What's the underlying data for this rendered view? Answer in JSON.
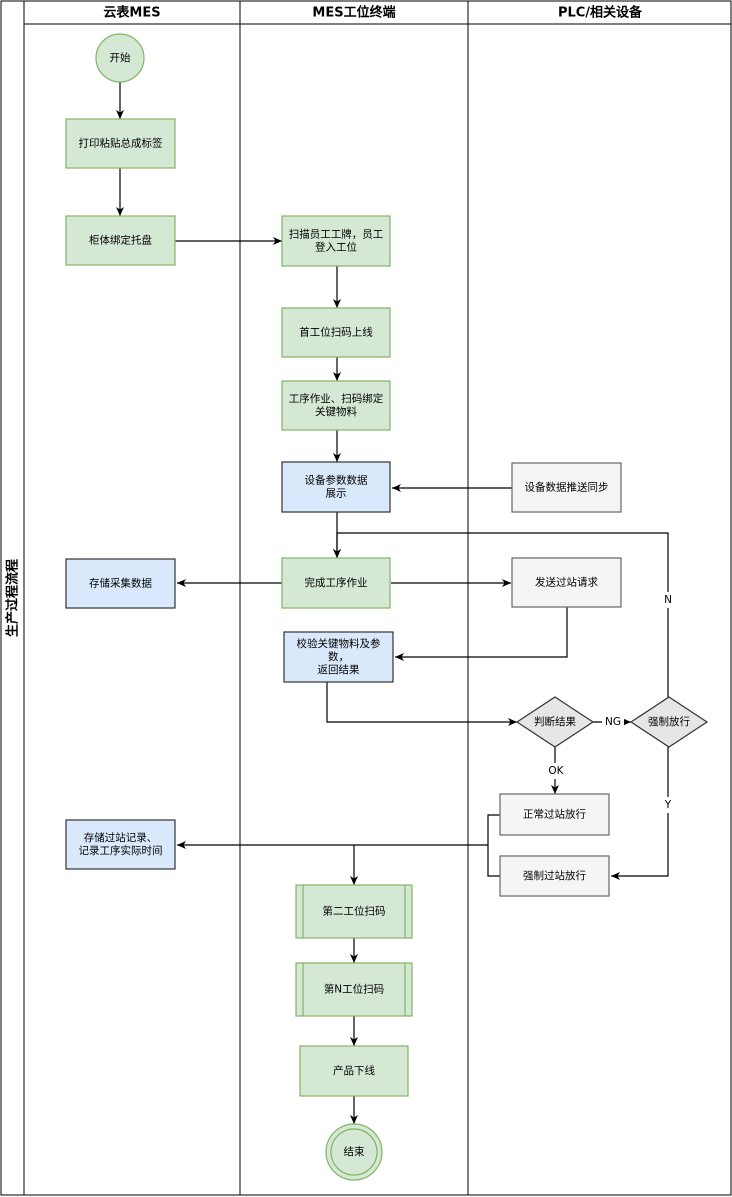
{
  "pool": {
    "title": "生产过程流程"
  },
  "lanes": [
    {
      "id": "cloud",
      "title": "云表MES"
    },
    {
      "id": "terminal",
      "title": "MES工位终端"
    },
    {
      "id": "plc",
      "title": "PLC/相关设备"
    }
  ],
  "nodes": {
    "start": {
      "lines": [
        "开始"
      ]
    },
    "print_label": {
      "lines": [
        "打印粘贴总成标签"
      ]
    },
    "bind_pallet": {
      "lines": [
        "柜体绑定托盘"
      ]
    },
    "scan_badge": {
      "lines": [
        "扫描员工工牌，员工",
        "登入工位"
      ]
    },
    "first_station": {
      "lines": [
        "首工位扫码上线"
      ]
    },
    "process_work": {
      "lines": [
        "工序作业、扫码绑定",
        "关键物料"
      ]
    },
    "device_params": {
      "lines": [
        "设备参数数据",
        "展示"
      ]
    },
    "device_sync": {
      "lines": [
        "设备数据推送同步"
      ]
    },
    "store_collect": {
      "lines": [
        "存储采集数据"
      ]
    },
    "finish_work": {
      "lines": [
        "完成工序作业"
      ]
    },
    "send_request": {
      "lines": [
        "发送过站请求"
      ]
    },
    "verify": {
      "lines": [
        "校验关键物料及参",
        "数，",
        "返回结果"
      ]
    },
    "judge": {
      "lines": [
        "判断结果"
      ]
    },
    "force_decision": {
      "lines": [
        "强制放行"
      ]
    },
    "normal_pass": {
      "lines": [
        "正常过站放行"
      ]
    },
    "force_pass": {
      "lines": [
        "强制过站放行"
      ]
    },
    "store_record": {
      "lines": [
        "存储过站记录、",
        "记录工序实际时间"
      ]
    },
    "second_station": {
      "lines": [
        "第二工位扫码"
      ]
    },
    "nth_station": {
      "lines": [
        "第N工位扫码"
      ]
    },
    "product_off": {
      "lines": [
        "产品下线"
      ]
    },
    "end": {
      "lines": [
        "结束"
      ]
    }
  },
  "edge_labels": {
    "ng": "NG",
    "ok": "OK",
    "n": "N",
    "y": "Y"
  },
  "colors": {
    "green_fill": "#d5e8d4",
    "green_stroke": "#82b366",
    "blue_fill": "#dae8fc",
    "blue_stroke": "#333333",
    "gray_fill": "#f5f5f5",
    "gray_stroke": "#666666",
    "diamond_fill": "#e6e6e6",
    "diamond_stroke": "#333333",
    "line": "#000000"
  }
}
